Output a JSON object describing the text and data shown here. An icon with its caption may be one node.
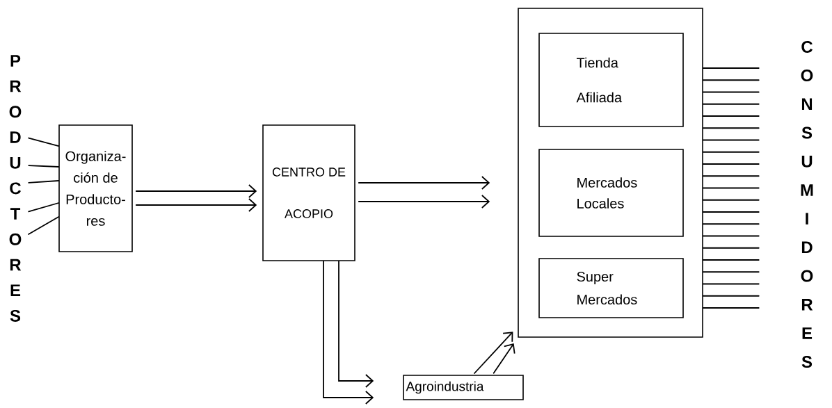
{
  "diagram": {
    "nodes": [
      {
        "text": [
          "PRODUCTORES"
        ]
      },
      {
        "text": [
          "Organiza- ción de Producto- res"
        ]
      },
      {
        "text": [
          "CENTRO DE ACOPIO"
        ]
      },
      {
        "text": [],
        "shape": "box"
      },
      {
        "text": [
          "Tienda Afiliada"
        ],
        "in": 3
      },
      {
        "text": [
          "Mercados Locales"
        ],
        "in": 3
      },
      {
        "text": [
          "Super Mercados"
        ],
        "in": 3
      },
      {
        "text": [
          "Agroindustria"
        ]
      },
      {
        "text": [
          "CONSUMIDORES"
        ]
      }
    ],
    "edges": [
      {
        "from": 0,
        "to": 1,
        "arrow": "none"
      },
      {
        "from": 0,
        "to": 1,
        "arrow": "none"
      },
      {
        "from": 0,
        "to": 1,
        "arrow": "none"
      },
      {
        "from": 0,
        "to": 1,
        "arrow": "none"
      },
      {
        "from": 0,
        "to": 1,
        "arrow": "none"
      },
      {
        "from": 1,
        "to": 2,
        "arrow": "to"
      },
      {
        "from": 1,
        "to": 2,
        "arrow": "to"
      },
      {
        "from": 2,
        "to": 3,
        "arrow": "to"
      },
      {
        "from": 2,
        "to": 3,
        "arrow": "to"
      },
      {
        "from": 2,
        "to": 7,
        "arrow": "to"
      },
      {
        "from": 2,
        "to": 7,
        "arrow": "to"
      },
      {
        "from": 7,
        "to": 3,
        "arrow": "to"
      },
      {
        "from": 7,
        "to": 3,
        "arrow": "to"
      },
      {
        "from": 3,
        "to": 8,
        "arrow": "none"
      },
      {
        "from": 3,
        "to": 8,
        "arrow": "none"
      },
      {
        "from": 3,
        "to": 8,
        "arrow": "none"
      },
      {
        "from": 3,
        "to": 8,
        "arrow": "none"
      },
      {
        "from": 3,
        "to": 8,
        "arrow": "none"
      },
      {
        "from": 3,
        "to": 8,
        "arrow": "none"
      },
      {
        "from": 3,
        "to": 8,
        "arrow": "none"
      },
      {
        "from": 3,
        "to": 8,
        "arrow": "none"
      },
      {
        "from": 3,
        "to": 8,
        "arrow": "none"
      },
      {
        "from": 3,
        "to": 8,
        "arrow": "none"
      },
      {
        "from": 3,
        "to": 8,
        "arrow": "none"
      },
      {
        "from": 3,
        "to": 8,
        "arrow": "none"
      },
      {
        "from": 3,
        "to": 8,
        "arrow": "none"
      },
      {
        "from": 3,
        "to": 8,
        "arrow": "none"
      },
      {
        "from": 3,
        "to": 8,
        "arrow": "none"
      },
      {
        "from": 3,
        "to": 8,
        "arrow": "none"
      },
      {
        "from": 3,
        "to": 8,
        "arrow": "none"
      },
      {
        "from": 3,
        "to": 8,
        "arrow": "none"
      },
      {
        "from": 3,
        "to": 8,
        "arrow": "none"
      },
      {
        "from": 3,
        "to": 8,
        "arrow": "none"
      },
      {
        "from": 3,
        "to": 8,
        "arrow": "none"
      }
    ]
  }
}
